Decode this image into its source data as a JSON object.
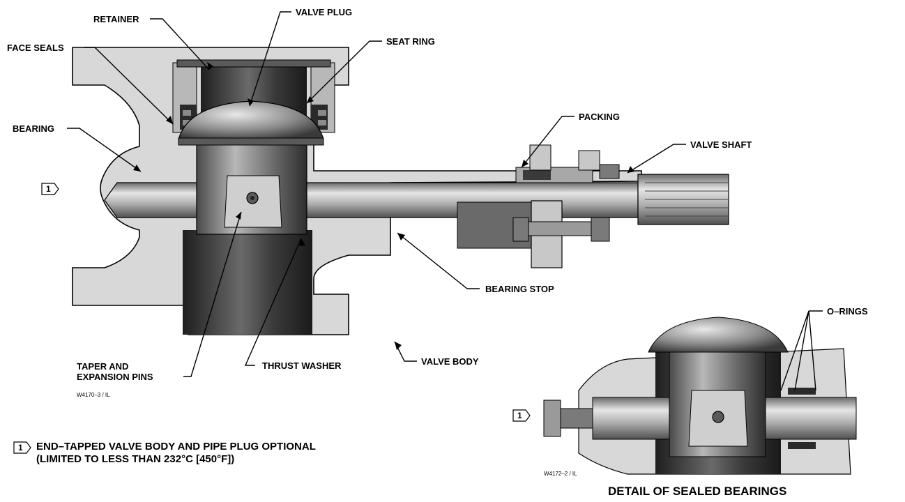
{
  "labels": {
    "retainer": "RETAINER",
    "valve_plug": "VALVE PLUG",
    "face_seals": "FACE SEALS",
    "seat_ring": "SEAT RING",
    "bearing": "BEARING",
    "packing": "PACKING",
    "valve_shaft": "VALVE SHAFT",
    "bearing_stop": "BEARING STOP",
    "taper_line1": "TAPER AND",
    "taper_line2": "EXPANSION PINS",
    "thrust_washer": "THRUST WASHER",
    "valve_body": "VALVE BODY",
    "o_rings": "O–RINGS"
  },
  "figure_ids": {
    "main": "W4170–3 / IL",
    "detail": "W4172–2 / IL"
  },
  "note_marker": "1",
  "note": {
    "line1": "END–TAPPED VALVE BODY AND PIPE PLUG OPTIONAL",
    "line2": "(LIMITED TO LESS THAN 232°C [450°F])"
  },
  "detail_title": "DETAIL OF SEALED BEARINGS",
  "colors": {
    "body": "#d6d6d6",
    "dark": "#3a3a3a",
    "steel": "#9a9a9a",
    "outline": "#000000"
  }
}
